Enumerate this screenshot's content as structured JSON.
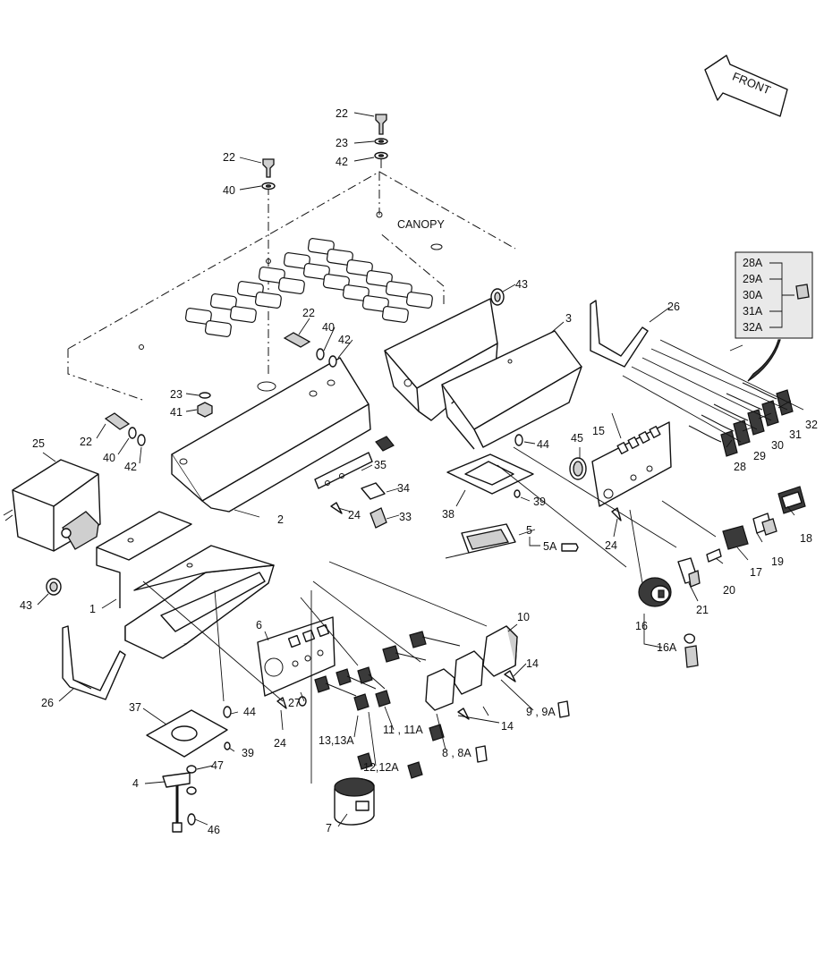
{
  "front_label": "FRONT",
  "canopy_label": "CANOPY",
  "callouts": {
    "c22a": "22",
    "c23a": "23",
    "c42a": "42",
    "c22b": "22",
    "c40b": "40",
    "c43a": "43",
    "c3": "3",
    "c26a": "26",
    "c22c": "22",
    "c40c": "40",
    "c42c": "42",
    "c23d": "23",
    "c41": "41",
    "c22e": "22",
    "c40e": "40",
    "c42e": "42",
    "c25": "25",
    "c2": "2",
    "c35": "35",
    "c34": "34",
    "c24a": "24",
    "c33": "33",
    "c43b": "43",
    "c1": "1",
    "c26b": "26",
    "c44a": "44",
    "c38": "38",
    "c39a": "39",
    "c5": "5",
    "c5a": "5A",
    "c45": "45",
    "c15": "15",
    "c24b": "24",
    "c32": "32",
    "c31": "31",
    "c30": "30",
    "c29": "29",
    "c28": "28",
    "c18": "18",
    "c19": "19",
    "c17": "17",
    "c20": "20",
    "c21": "21",
    "c16": "16",
    "c16a": "16A",
    "c6": "6",
    "c27": "27",
    "c24c": "24",
    "c10": "10",
    "c14a": "14",
    "c9": "9 , 9A",
    "c14b": "14",
    "c13": "13,13A",
    "c11": "11 , 11A",
    "c8": "8 , 8A",
    "c12": "12,12A",
    "c7": "7",
    "c37": "37",
    "c44b": "44",
    "c39b": "39",
    "c4": "4",
    "c47": "47",
    "c46": "46"
  },
  "inset_labels": [
    "28A",
    "29A",
    "30A",
    "31A",
    "32A"
  ],
  "colors": {
    "line": "#111111",
    "paper": "#ffffff",
    "shade": "#cfcfcf",
    "inset": "#e9e9e9"
  }
}
